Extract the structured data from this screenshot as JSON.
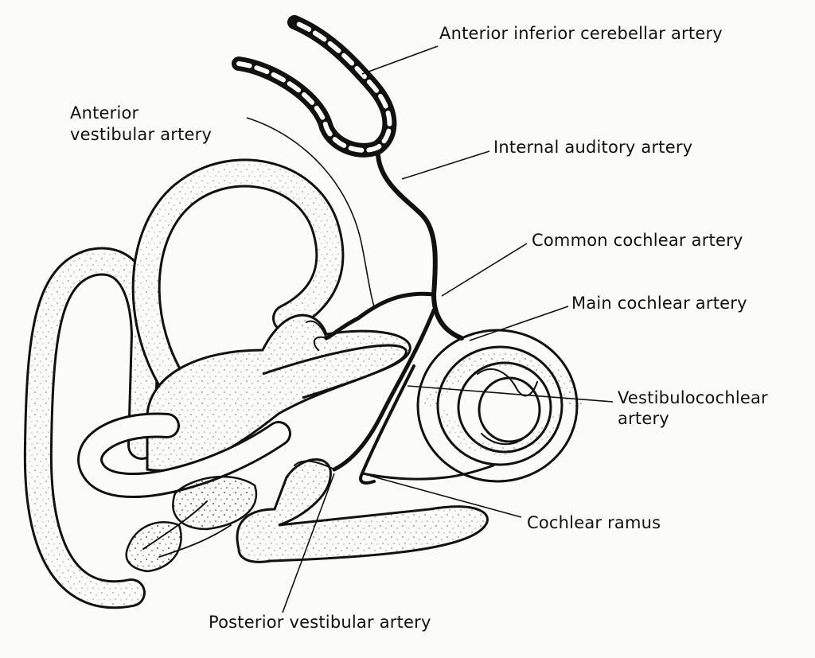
{
  "labels": {
    "anterior_inferior_cerebellar": "Anterior inferior cerebellar artery",
    "anterior_vestibular_line1": "Anterior",
    "anterior_vestibular_line2": "vestibular artery",
    "internal_auditory": "Internal auditory artery",
    "common_cochlear": "Common cochlear artery",
    "main_cochlear": "Main cochlear artery",
    "vestibulocochlear_line1": "Vestibulocochlear",
    "vestibulocochlear_line2": "artery",
    "cochlear_ramus": "Cochlear ramus",
    "posterior_vestibular": "Posterior vestibular artery"
  },
  "colors": {
    "ink": "#111111",
    "paper": "#fbfbf9"
  }
}
